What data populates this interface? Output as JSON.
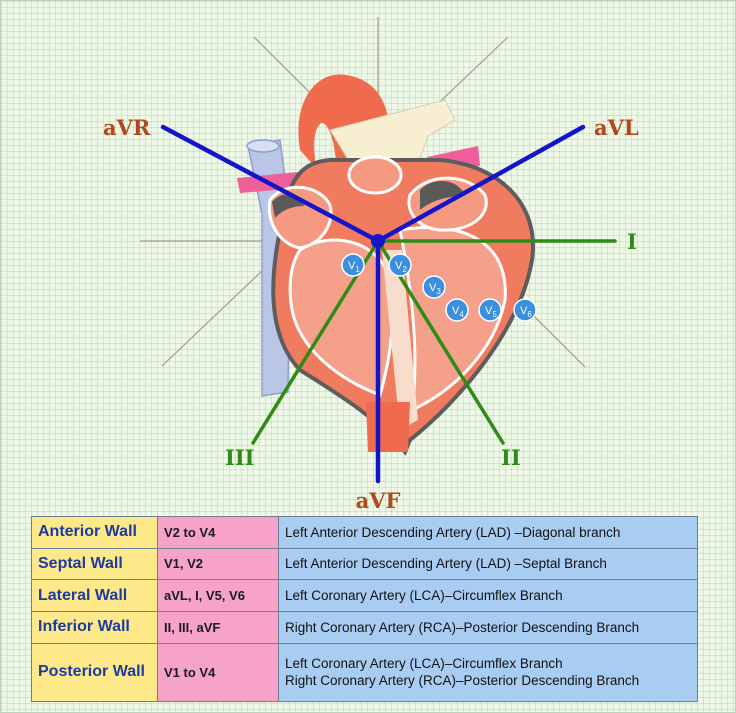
{
  "leads": {
    "limb": [
      "aVR",
      "aVL",
      "aVF"
    ],
    "bipolar": [
      "I",
      "II",
      "III"
    ],
    "precordial": [
      {
        "main": "V",
        "sub": "1"
      },
      {
        "main": "V",
        "sub": "2"
      },
      {
        "main": "V",
        "sub": "3"
      },
      {
        "main": "V",
        "sub": "4"
      },
      {
        "main": "V",
        "sub": "5"
      },
      {
        "main": "V",
        "sub": "6"
      }
    ]
  },
  "table": {
    "rows": [
      {
        "wall": "Anterior Wall",
        "leads": "V2 to V4",
        "artery": [
          "Left Anterior Descending Artery (LAD) –Diagonal branch"
        ]
      },
      {
        "wall": "Septal Wall",
        "leads": "V1, V2",
        "artery": [
          "Left Anterior Descending Artery (LAD) –Septal Branch"
        ]
      },
      {
        "wall": "Lateral Wall",
        "leads": "aVL, I, V5, V6",
        "artery": [
          "Left Coronary Artery (LCA)–Circumflex Branch"
        ]
      },
      {
        "wall": "Inferior Wall",
        "leads": "II, III, aVF",
        "artery": [
          "Right Coronary Artery (RCA)–Posterior Descending Branch"
        ]
      },
      {
        "wall": "Posterior Wall",
        "leads": "V1 to V4",
        "artery": [
          "Left Coronary Artery (LCA)–Circumflex Branch",
          "Right Coronary Artery (RCA)–Posterior Descending Branch"
        ]
      }
    ]
  },
  "colors": {
    "axis_blue": "#1414c8",
    "axis_green": "#2e8b16",
    "limb_label": "#b04a1c",
    "electrode": "#3a8fe0",
    "wall_cell": "#fde98a",
    "leads_cell": "#f7a2c9",
    "artery_cell": "#a9cdf2"
  }
}
